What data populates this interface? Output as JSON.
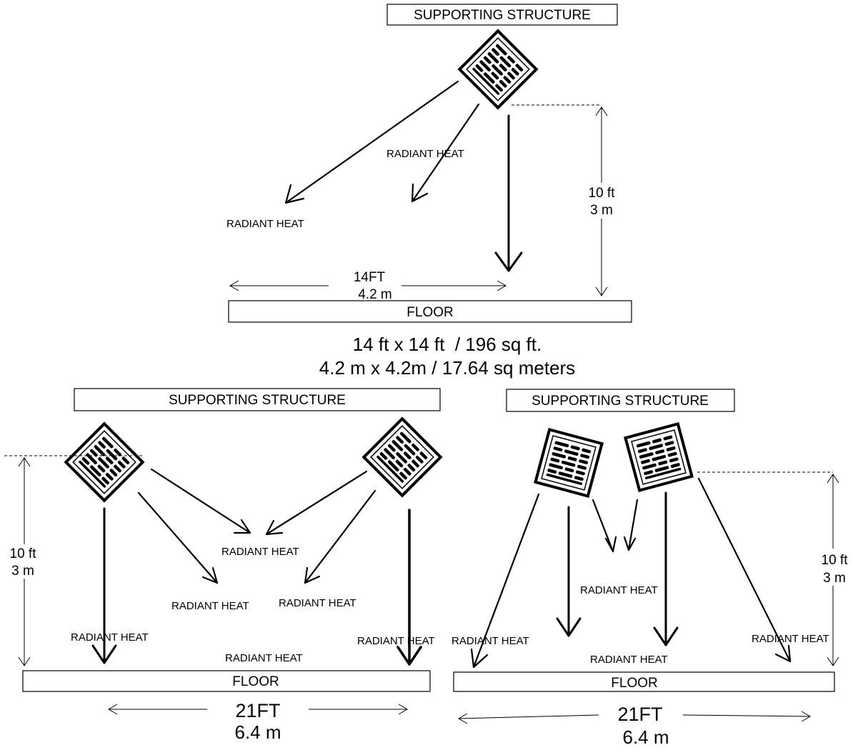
{
  "top": {
    "structure_label": "SUPPORTING STRUCTURE",
    "heat_labels": [
      "RADIANT HEAT",
      "RADIANT HEAT"
    ],
    "height_ft": "10 ft",
    "height_m": "3 m",
    "width_ft": "14FT",
    "width_m": "4.2 m",
    "floor_label": "FLOOR",
    "area_line1": "14 ft x 14 ft  / 196 sq ft.",
    "area_line2": "4.2 m x 4.2m / 17.64 sq meters"
  },
  "bottom_left": {
    "structure_label": "SUPPORTING STRUCTURE",
    "heat_labels": [
      "RADIANT HEAT",
      "RADIANT HEAT",
      "RADIANT HEAT",
      "RADIANT HEAT",
      "RADIANT HEAT",
      "RADIANT HEAT"
    ],
    "height_ft": "10 ft",
    "height_m": "3 m",
    "floor_label": "FLOOR",
    "width_ft": "21FT",
    "width_m": "6.4 m"
  },
  "bottom_right": {
    "structure_label": "SUPPORTING STRUCTURE",
    "heat_labels": [
      "RADIANT HEAT",
      "RADIANT HEAT",
      "RADIANT HEAT",
      "RADIANT HEAT"
    ],
    "height_ft": "10 ft",
    "height_m": "3 m",
    "floor_label": "FLOOR",
    "width_ft": "21FT",
    "width_m": "6.4 m"
  }
}
